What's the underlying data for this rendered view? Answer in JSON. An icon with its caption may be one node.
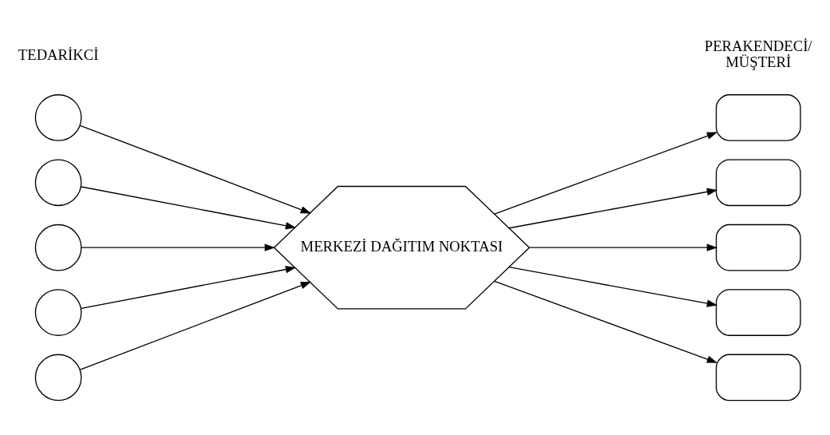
{
  "diagram": {
    "nodes": [
      {
        "text": [],
        "shape": "circle"
      },
      {
        "text": [],
        "shape": "circle"
      },
      {
        "text": [],
        "shape": "circle"
      },
      {
        "text": [],
        "shape": "circle"
      },
      {
        "text": [],
        "shape": "circle"
      },
      {
        "text": [
          "MERKEZİ DAĞITIM NOKTASI"
        ]
      },
      {
        "text": [],
        "shape": "box"
      },
      {
        "text": [],
        "shape": "box"
      },
      {
        "text": [],
        "shape": "box"
      },
      {
        "text": [],
        "shape": "box"
      },
      {
        "text": [],
        "shape": "box"
      }
    ],
    "edges": [
      {
        "from": 0,
        "to": 5,
        "arrow": "to"
      },
      {
        "from": 1,
        "to": 5,
        "arrow": "to"
      },
      {
        "from": 2,
        "to": 5,
        "arrow": "to"
      },
      {
        "from": 3,
        "to": 5,
        "arrow": "to"
      },
      {
        "from": 4,
        "to": 5,
        "arrow": "to"
      },
      {
        "from": 5,
        "to": 6,
        "arrow": "to"
      },
      {
        "from": 5,
        "to": 7,
        "arrow": "to"
      },
      {
        "from": 5,
        "to": 8,
        "arrow": "to"
      },
      {
        "from": 5,
        "to": 9,
        "arrow": "to"
      },
      {
        "from": 5,
        "to": 10,
        "arrow": "to"
      }
    ],
    "labels": [
      "TEDARİKCİ",
      "PERAKENDECİ/ MÜŞTERİ"
    ]
  }
}
